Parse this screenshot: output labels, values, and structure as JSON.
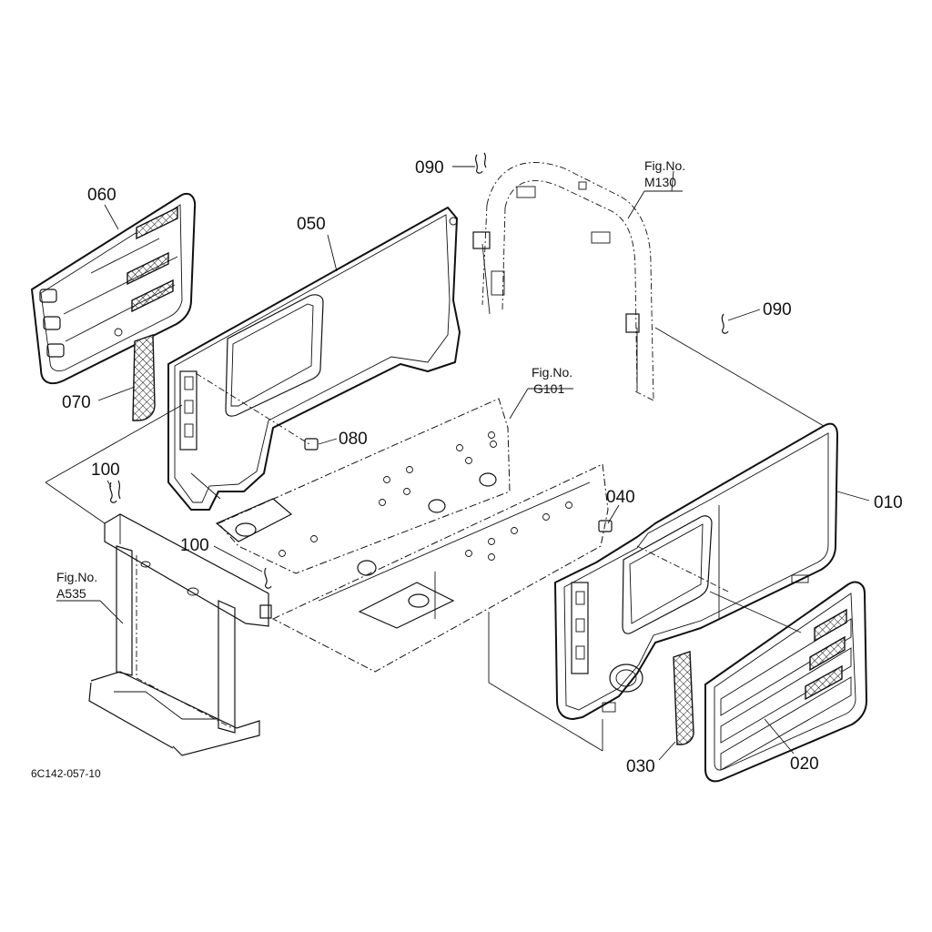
{
  "parts": {
    "p010": "010",
    "p020": "020",
    "p030": "030",
    "p040": "040",
    "p050": "050",
    "p060": "060",
    "p070": "070",
    "p080": "080",
    "p090a": "090",
    "p090b": "090",
    "p100a": "100",
    "p100b": "100"
  },
  "figure_refs": {
    "m130": {
      "title": "Fig.No.",
      "number": "M130"
    },
    "g101": {
      "title": "Fig.No.",
      "number": "G101"
    },
    "a535": {
      "title": "Fig.No.",
      "number": "A535"
    }
  },
  "drawing_code": "6C142-057-10"
}
